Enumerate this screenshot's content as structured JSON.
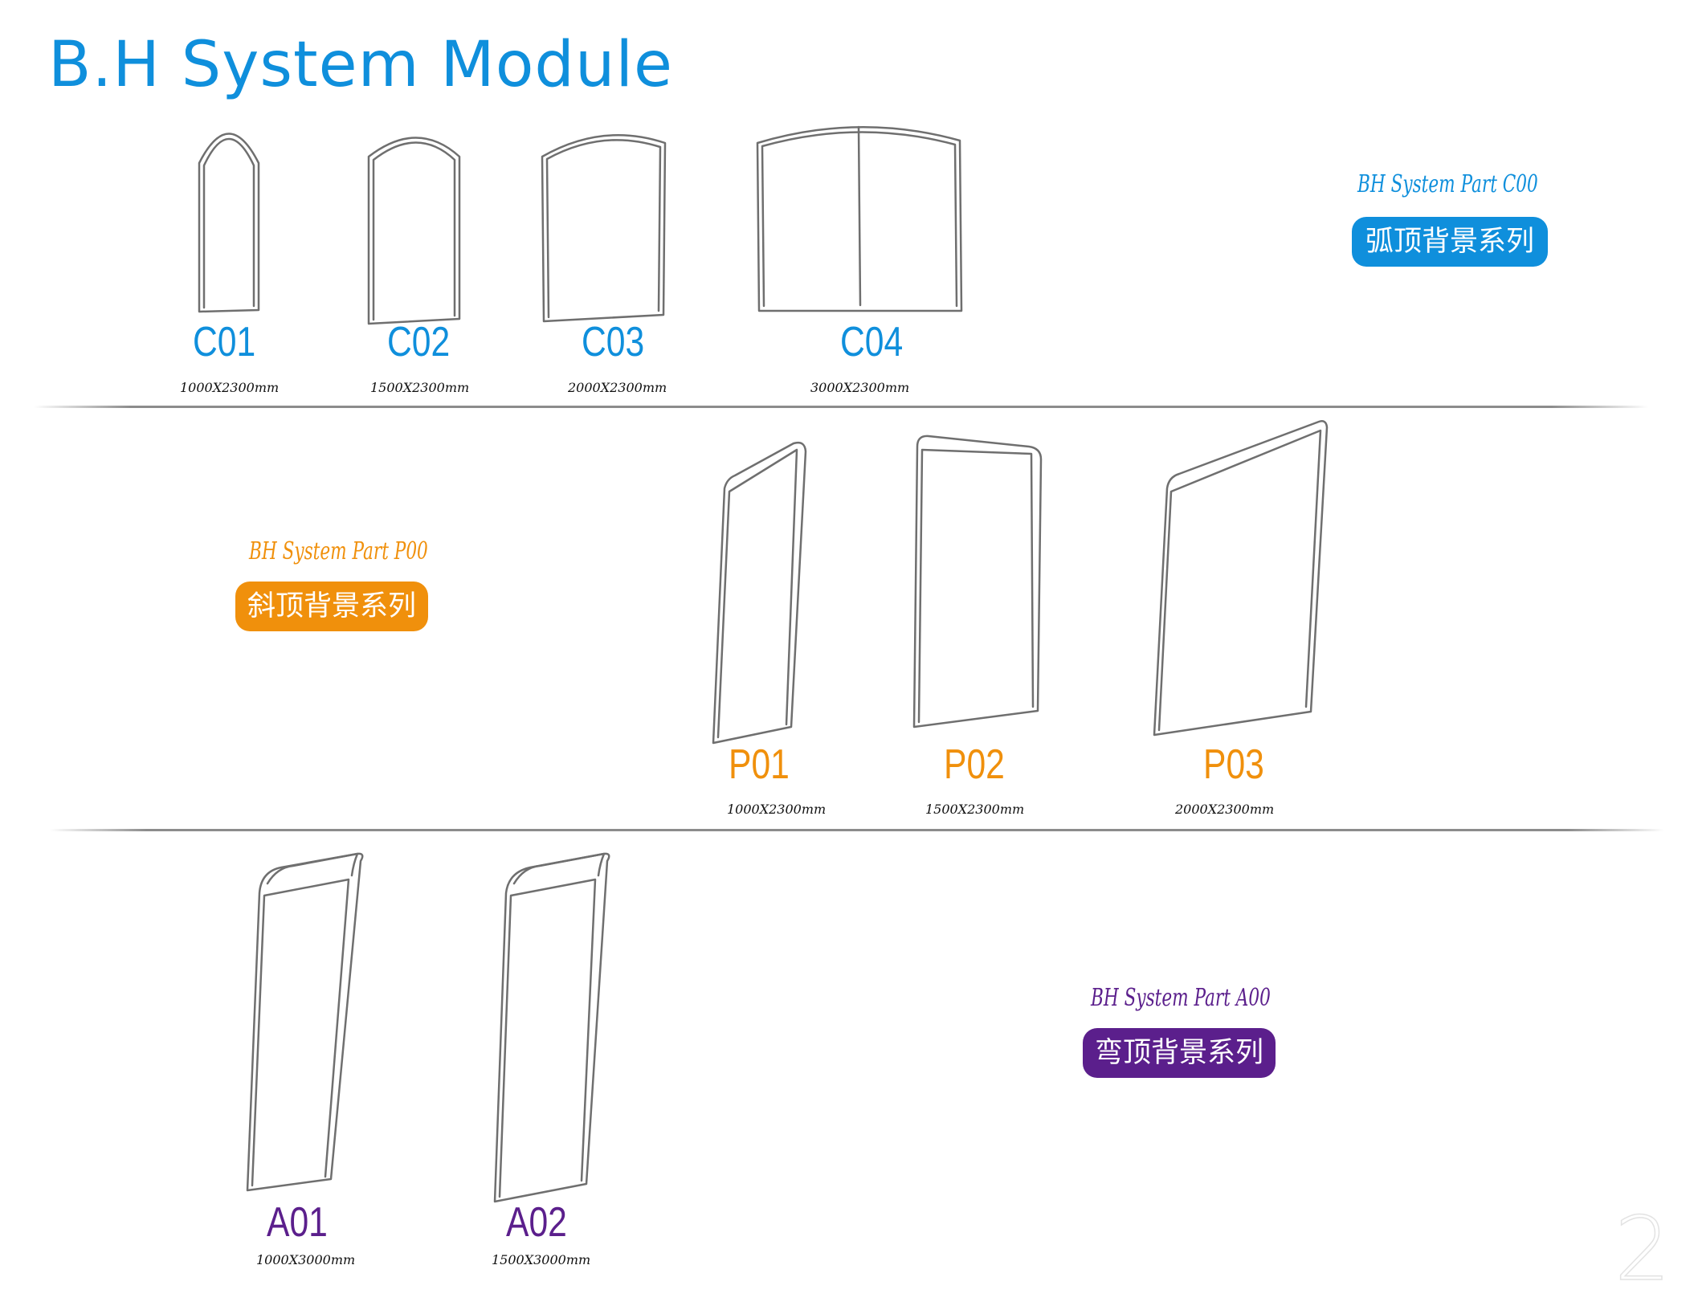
{
  "page": {
    "title": "B.H System Module",
    "page_number": "2"
  },
  "colors": {
    "blue": "#0f8fdc",
    "orange": "#f0900c",
    "purple": "#5b1f8c",
    "frame_stroke": "#6f6f6f"
  },
  "series_c": {
    "part_name": "BH System Part C00",
    "label": "弧顶背景系列",
    "items": [
      {
        "code": "C01",
        "size": "1000X2300mm",
        "icon": "arch-top-frame-icon"
      },
      {
        "code": "C02",
        "size": "1500X2300mm",
        "icon": "arch-top-frame-icon"
      },
      {
        "code": "C03",
        "size": "2000X2300mm",
        "icon": "arch-top-frame-icon"
      },
      {
        "code": "C04",
        "size": "3000X2300mm",
        "icon": "arch-top-frame-icon"
      }
    ]
  },
  "series_p": {
    "part_name": "BH System Part P00",
    "label": "斜顶背景系列",
    "items": [
      {
        "code": "P01",
        "size": "1000X2300mm",
        "icon": "slant-top-frame-icon"
      },
      {
        "code": "P02",
        "size": "1500X2300mm",
        "icon": "slant-top-frame-icon"
      },
      {
        "code": "P03",
        "size": "2000X2300mm",
        "icon": "slant-top-frame-icon"
      }
    ]
  },
  "series_a": {
    "part_name": "BH System Part A00",
    "label": "弯顶背景系列",
    "items": [
      {
        "code": "A01",
        "size": "1000X3000mm",
        "icon": "curved-top-frame-icon"
      },
      {
        "code": "A02",
        "size": "1500X3000mm",
        "icon": "curved-top-frame-icon"
      }
    ]
  }
}
